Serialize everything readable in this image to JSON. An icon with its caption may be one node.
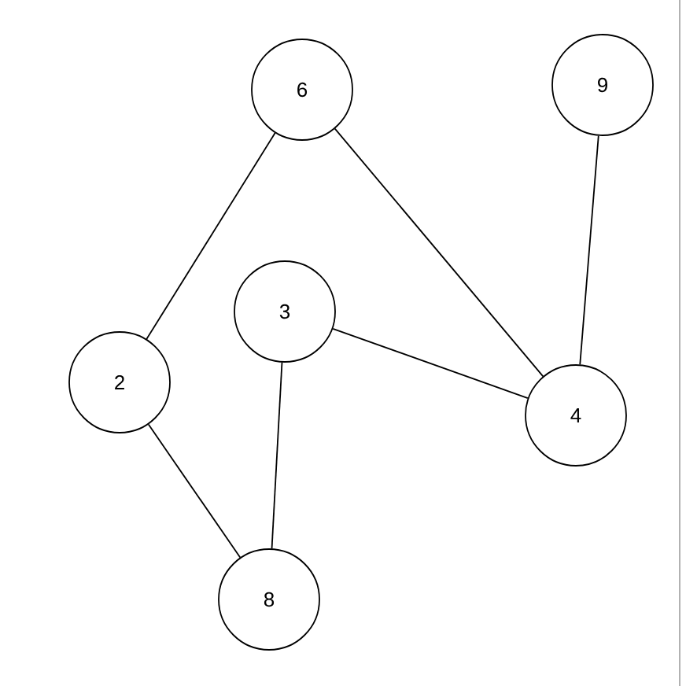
{
  "diagram": {
    "nodes": [
      {
        "text": [
          "6"
        ]
      },
      {
        "text": [
          "9"
        ]
      },
      {
        "text": [
          "3"
        ]
      },
      {
        "text": [
          "2"
        ]
      },
      {
        "text": [
          "4"
        ]
      },
      {
        "text": [
          "8"
        ]
      }
    ],
    "edges": [
      {
        "from": 0,
        "to": 3,
        "arrow": "none"
      },
      {
        "from": 0,
        "to": 4,
        "arrow": "none"
      },
      {
        "from": 1,
        "to": 4,
        "arrow": "none"
      },
      {
        "from": 2,
        "to": 4,
        "arrow": "none"
      },
      {
        "from": 2,
        "to": 5,
        "arrow": "none"
      },
      {
        "from": 3,
        "to": 5,
        "arrow": "none"
      }
    ]
  }
}
